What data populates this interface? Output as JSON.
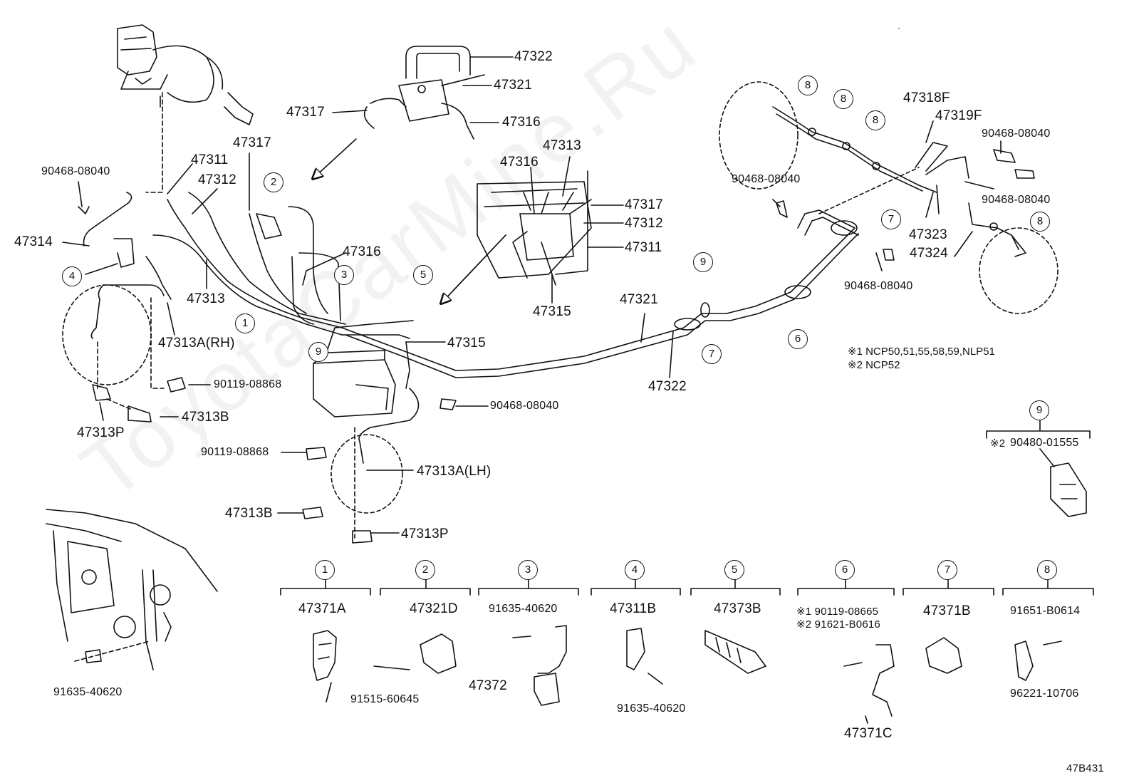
{
  "watermark": "ToyotaCarMine.Ru",
  "diagram_code": "47B431",
  "notes": {
    "note1": "※1  NCP50,51,55,58,59,NLP51",
    "note2": "※2  NCP52"
  },
  "labels": {
    "p47322_top": "47322",
    "p47321_top": "47321",
    "p47317_top": "47317",
    "p47316_top": "47316",
    "p47317_mid": "47317",
    "p47311": "47311",
    "p47312": "47312",
    "p90468_left": "90468-08040",
    "p47314": "47314",
    "p47313": "47313",
    "p47313A_RH": "47313A(RH)",
    "p90119_a": "90119-08868",
    "p47313B_a": "47313B",
    "p47313P_a": "47313P",
    "p47316_mid": "47316",
    "p47315_mid": "47315",
    "p90468_mid": "90468-08040",
    "p90119_b": "90119-08868",
    "p47313A_LH": "47313A(LH)",
    "p47313B_b": "47313B",
    "p47313P_b": "47313P",
    "p47316_inset": "47316",
    "p47313_inset": "47313",
    "p47317_inset": "47317",
    "p47312_inset": "47312",
    "p47311_inset": "47311",
    "p47315_inset": "47315",
    "p47321_mid": "47321",
    "p47322_mid": "47322",
    "p90468_r1": "90468-08040",
    "p47318F": "47318F",
    "p47319F": "47319F",
    "p90468_r2": "90468-08040",
    "p90468_r3": "90468-08040",
    "p47323": "47323",
    "p47324": "47324",
    "p90468_r4": "90468-08040",
    "p90480": "90480-01555",
    "p90480_mark": "※2",
    "p91635_dash": "91635-40620"
  },
  "callouts": {
    "c1": "1",
    "c2": "2",
    "c3": "3",
    "c4": "4",
    "c5": "5",
    "c6": "6",
    "c7a": "7",
    "c7b": "7",
    "c8a": "8",
    "c8b": "8",
    "c8c": "8",
    "c8d": "8",
    "c9a": "9",
    "c9b": "9",
    "c9key": "9"
  },
  "legend": [
    {
      "num": "1",
      "parts": [
        "47371A"
      ]
    },
    {
      "num": "2",
      "parts": [
        "47321D",
        "91515-60645"
      ]
    },
    {
      "num": "3",
      "parts": [
        "91635-40620",
        "47372"
      ]
    },
    {
      "num": "4",
      "parts": [
        "47311B",
        "91635-40620"
      ]
    },
    {
      "num": "5",
      "parts": [
        "47373B"
      ]
    },
    {
      "num": "6",
      "parts": [
        "※1  90119-08665",
        "※2  91621-B0616",
        "47371C"
      ]
    },
    {
      "num": "7",
      "parts": [
        "47371B"
      ]
    },
    {
      "num": "8",
      "parts": [
        "91651-B0614",
        "96221-10706"
      ]
    }
  ]
}
